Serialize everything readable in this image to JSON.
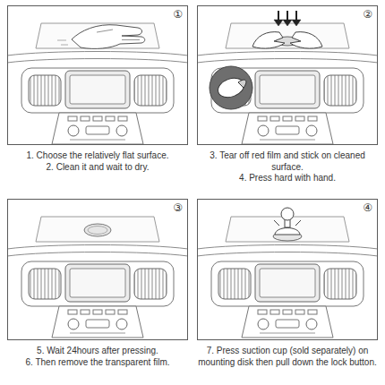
{
  "diagram": {
    "nodes": [
      {
        "text": [
          "①",
          "1. Choose the relatively flat surface.",
          "2. Clean it and wait to dry."
        ]
      },
      {
        "text": [
          "②",
          "3. Tear off red film and stick on cleaned surface.",
          "4. Press hard with hand."
        ]
      },
      {
        "text": [
          "③",
          "5. Wait 24hours after pressing.",
          "6. Then remove the transparent film."
        ]
      },
      {
        "text": [
          "④",
          "7. Press suction cup (sold separately) on mounting disk then pull down the lock button."
        ]
      }
    ]
  }
}
